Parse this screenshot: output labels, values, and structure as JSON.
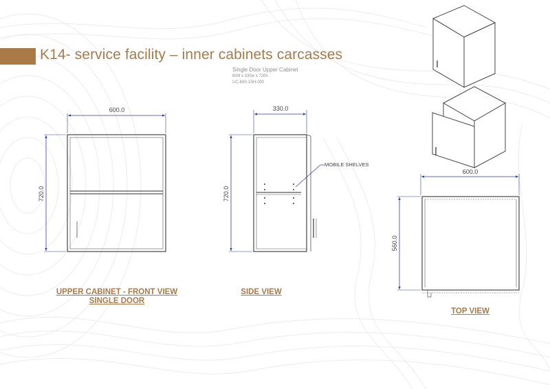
{
  "title": "K14- service facility – inner cabinets carcasses",
  "cabinet": {
    "name": "Single Door Upper Cabinet",
    "dimensions": "600l x 330w x 720h",
    "code": "UC-600-1SH-000"
  },
  "front_view": {
    "caption_line1": "UPPER CABINET - FRONT VIEW",
    "caption_line2": "SINGLE DOOR",
    "width_label": "600.0",
    "height_label": "720.0"
  },
  "side_view": {
    "caption": "SIDE VIEW",
    "width_label": "330.0",
    "height_label": "720.0",
    "callout": "MOBILE SHELVES"
  },
  "top_view": {
    "caption": "TOP VIEW",
    "width_label": "600.0",
    "depth_label": "560.0"
  },
  "colors": {
    "accent": "#a97a47",
    "dimension_line": "#2b3fa0",
    "drawing_line": "#555555"
  }
}
